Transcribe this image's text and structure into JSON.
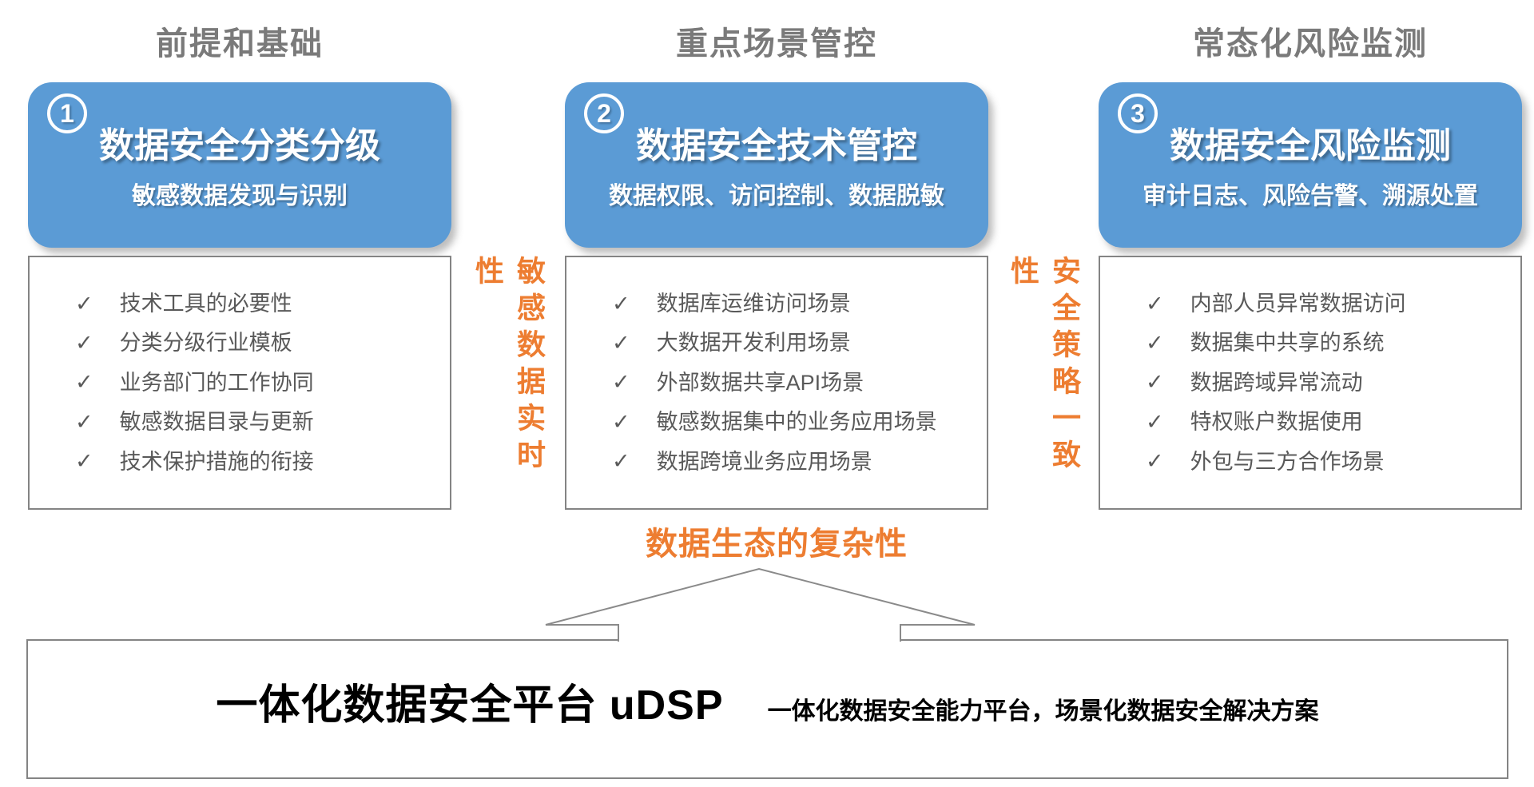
{
  "checkmark": "✓",
  "columns": [
    {
      "header": "前提和基础",
      "number": "1",
      "title": "数据安全分类分级",
      "subtitle": "敏感数据发现与识别",
      "items": [
        "技术工具的必要性",
        "分类分级行业模板",
        "业务部门的工作协同",
        "敏感数据目录与更新",
        "技术保护措施的衔接"
      ]
    },
    {
      "header": "重点场景管控",
      "number": "2",
      "title": "数据安全技术管控",
      "subtitle": "数据权限、访问控制、数据脱敏",
      "items": [
        "数据库运维访问场景",
        "大数据开发利用场景",
        "外部数据共享API场景",
        "敏感数据集中的业务应用场景",
        "数据跨境业务应用场景"
      ]
    },
    {
      "header": "常态化风险监测",
      "number": "3",
      "title": "数据安全风险监测",
      "subtitle": "审计日志、风险告警、溯源处置",
      "items": [
        "内部人员异常数据访问",
        "数据集中共享的系统",
        "数据跨域异常流动",
        "特权账户数据使用",
        "外包与三方合作场景"
      ]
    }
  ],
  "connectors": {
    "left_vertical": "敏感数据实时性",
    "right_vertical": "安全策略一致性",
    "bottom_center": "数据生态的复杂性"
  },
  "platform": {
    "title": "一体化数据安全平台 uDSP",
    "description": "一体化数据安全能力平台，场景化数据安全解决方案"
  },
  "colors": {
    "blue": "#5b9bd5",
    "orange": "#ed7d31",
    "header_gray": "#7a7a7a",
    "text_gray": "#595959",
    "border_gray": "#848484"
  }
}
